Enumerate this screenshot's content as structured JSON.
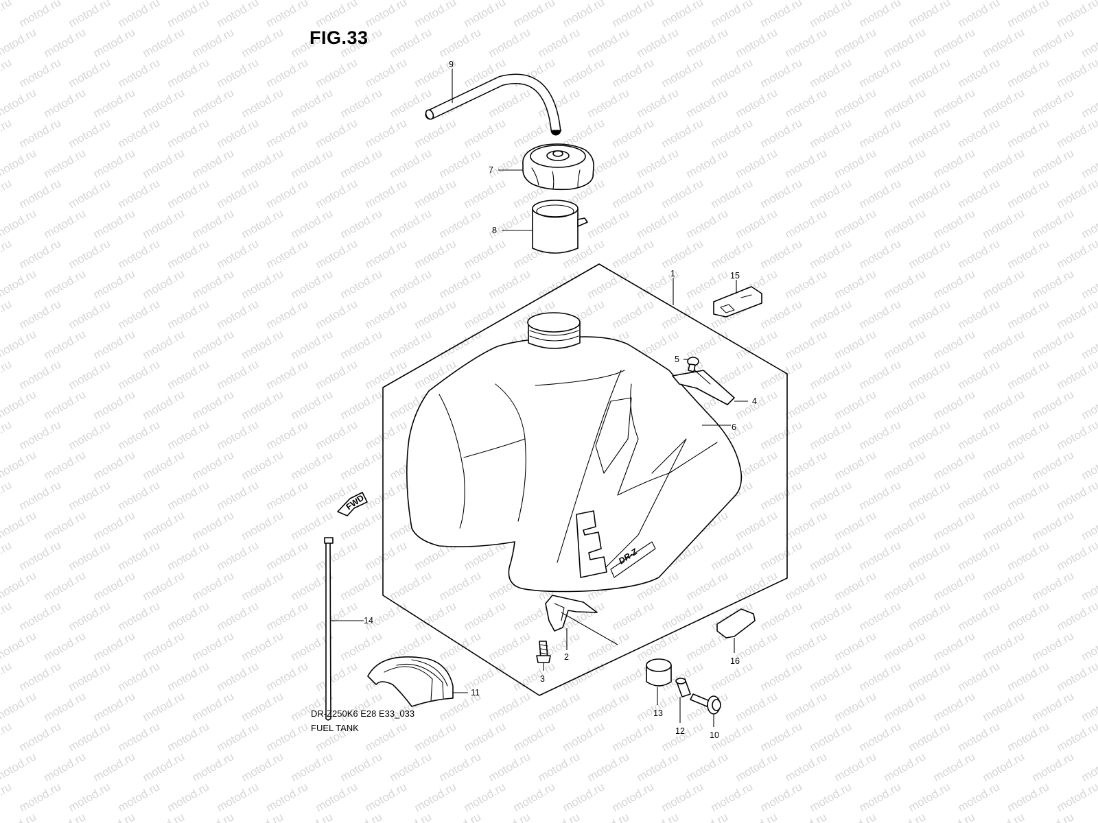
{
  "figure": {
    "title": "FIG.33",
    "footer_code": "DR-Z250K6 E28 E33_033",
    "footer_name": "FUEL TANK"
  },
  "watermark": {
    "text": "motod.ru",
    "color": "#d6d6d6"
  },
  "fwd_arrow": {
    "text": "FWD"
  },
  "callouts": [
    "1",
    "2",
    "3",
    "4",
    "5",
    "6",
    "7",
    "8",
    "9",
    "10",
    "11",
    "12",
    "13",
    "14",
    "15",
    "16"
  ]
}
